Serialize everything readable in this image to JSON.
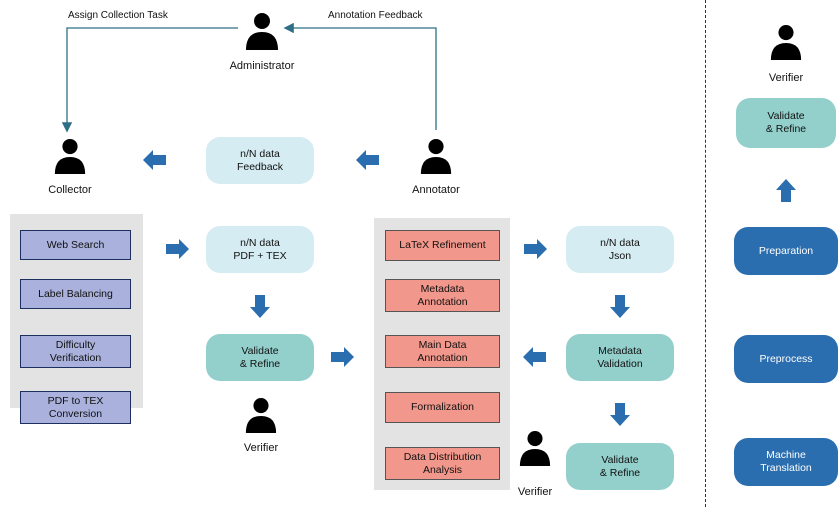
{
  "roles": {
    "administrator": "Administrator",
    "collector": "Collector",
    "annotator": "Annotator",
    "verifier": "Verifier"
  },
  "flows": {
    "assign": "Assign Collection Task",
    "feedback": "Annotation Feedback"
  },
  "data_nodes": {
    "feedback": "n/N data\nFeedback",
    "pdf_tex": "n/N data\nPDF + TEX",
    "json": "n/N data\nJson",
    "validate_refine": "Validate\n& Refine",
    "metadata_validation": "Metadata\nValidation"
  },
  "collection_steps": [
    "Web Search",
    "Label Balancing",
    "Difficulty\nVerification",
    "PDF to TEX\nConversion"
  ],
  "annotation_steps": [
    "LaTeX Refinement",
    "Metadata\nAnnotation",
    "Main Data\nAnnotation",
    "Formalization",
    "Data Distribution\nAnalysis"
  ],
  "right_pipeline": {
    "verifier": "Verifier",
    "validate_refine": "Validate\n& Refine",
    "preparation": "Preparation",
    "preprocess": "Preprocess",
    "machine_translation": "Machine\nTranslation"
  },
  "colors": {
    "arrow_blue": "#2a6eaf",
    "connector_teal": "#2f6f86",
    "purple_box": "#a9b1dc",
    "salmon_box": "#f1978b",
    "light_pill": "#d6ecf3",
    "teal_pill": "#93d0cc",
    "dark_pill": "#2a6eaf",
    "panel_gray": "#e3e3e3"
  }
}
